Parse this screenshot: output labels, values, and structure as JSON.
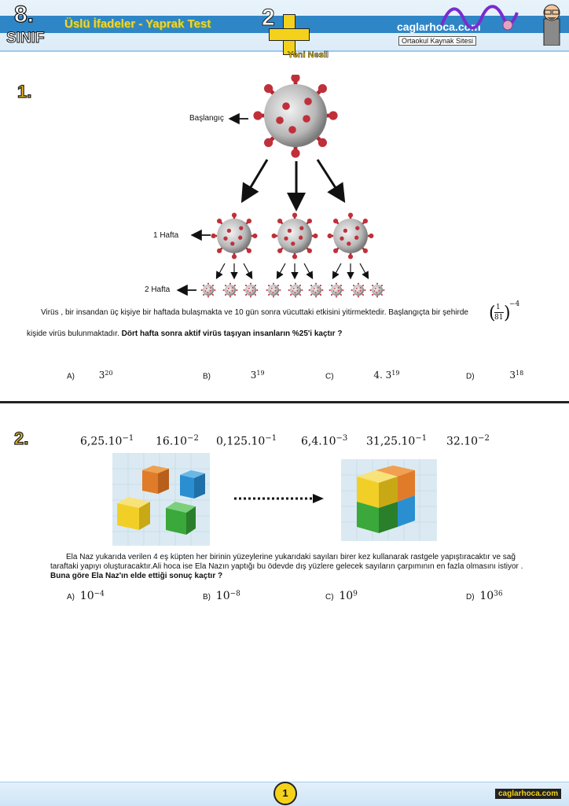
{
  "header": {
    "grade_number": "8.",
    "grade_label": "SINIF",
    "title": "Üslü İfadeler - Yaprak Test",
    "test_number": "2",
    "badge": "Yeni Nesil",
    "site_name": "caglarhoca.com",
    "site_subtitle": "Ortaokul Kaynak Sitesi"
  },
  "q1": {
    "number": "1.",
    "label_start": "Başlangıç",
    "label_week1": "1 Hafta",
    "label_week2": "2 Hafta",
    "text_line1": "Virüs , bir insandan üç kişiye bir haftada  bulaşmakta ve 10  gün sonra vücuttaki etkisini yitirmektedir. Başlangıçta bir şehirde",
    "fraction_num": "1",
    "fraction_den": "81",
    "exponent": "−4",
    "text_line2": "kişide virüs bulunmaktadır.",
    "text_bold": "Dört hafta sonra aktif virüs taşıyan insanların %25'i kaçtır ?",
    "options": [
      {
        "letter": "A)",
        "base": "3",
        "exp": "20"
      },
      {
        "letter": "B)",
        "base": "3",
        "exp": "19"
      },
      {
        "letter": "C)",
        "base": "4. 3",
        "exp": "19"
      },
      {
        "letter": "D)",
        "base": "3",
        "exp": "18"
      }
    ]
  },
  "q2": {
    "number": "2.",
    "numbers": [
      {
        "base": "6,25.10",
        "exp": "−1"
      },
      {
        "base": "16.10",
        "exp": "−2"
      },
      {
        "base": "0,125.10",
        "exp": "−1"
      },
      {
        "base": "6,4.10",
        "exp": "−3"
      },
      {
        "base": "31,25.10",
        "exp": "−1"
      },
      {
        "base": "32.10",
        "exp": "−2"
      }
    ],
    "text_line1": "Ela Naz yukarıda verilen 4 eş küpten her birinin  yüzeylerine yukarıdaki sayıları  birer kez kullanarak rastgele yapıştıracaktır ve sağ",
    "text_line2": "taraftaki yapıyı oluşturacaktır.Ali hoca ise Ela Nazın yaptığı bu ödevde dış yüzlere gelecek sayıların çarpımının en fazla olmasını istiyor .",
    "text_bold": "Buna göre Ela Naz'ın elde ettiği sonuç kaçtır ?",
    "options": [
      {
        "letter": "A)",
        "base": "10",
        "exp": "−4"
      },
      {
        "letter": "B)",
        "base": "10",
        "exp": "−8"
      },
      {
        "letter": "C)",
        "base": "10",
        "exp": "9"
      },
      {
        "letter": "D)",
        "base": "10",
        "exp": "36"
      }
    ]
  },
  "footer": {
    "page_number": "1",
    "site": "caglarhoca.com"
  },
  "colors": {
    "header_blue": "#2f86c6",
    "accent_yellow": "#f4d21c",
    "virus_red": "#c0303a",
    "cube_orange": "#e07b2a",
    "cube_blue": "#2a8fd0",
    "cube_yellow": "#f2cf26",
    "cube_green": "#3aa83a"
  }
}
